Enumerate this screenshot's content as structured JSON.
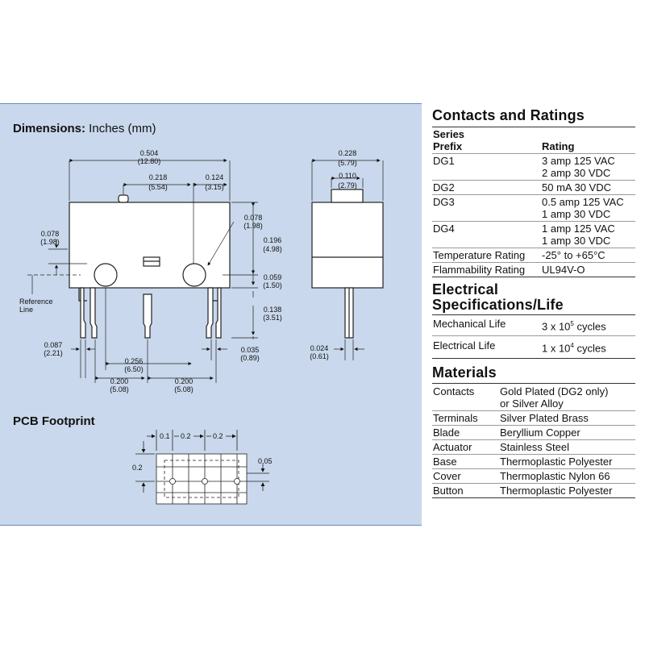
{
  "dimensions": {
    "title_bold": "Dimensions:",
    "title_rest": " Inches (mm)",
    "front": {
      "overall_width": "0.504",
      "overall_width_mm": "(12.80)",
      "pin_to_button": "0.218",
      "pin_to_button_mm": "(5.54)",
      "button_to_edge": "0.124",
      "button_to_edge_mm": "(3.15)",
      "left_height": "0.078",
      "left_height_mm": "(1.98)",
      "right_top": "0.078",
      "right_top_mm": "(1.98)",
      "right_height": "0.196",
      "right_height_mm": "(4.98)",
      "hole_offset": "0.059",
      "hole_offset_mm": "(1.50)",
      "pin_length": "0.138",
      "pin_length_mm": "(3.51)",
      "pin_edge": "0.087",
      "pin_edge_mm": "(2.21)",
      "pin_width": "0.035",
      "pin_width_mm": "(0.89)",
      "hole_spacing": "0.256",
      "hole_spacing_mm": "(6.50)",
      "pin_spacing_l": "0.200",
      "pin_spacing_l_mm": "(5.08)",
      "pin_spacing_r": "0.200",
      "pin_spacing_r_mm": "(5.08)",
      "reference_line_1": "Reference",
      "reference_line_2": "Line"
    },
    "side": {
      "width": "0.228",
      "width_mm": "(5.79)",
      "button_width": "0.110",
      "button_width_mm": "(2.79)",
      "pin_thickness": "0.024",
      "pin_thickness_mm": "(0.61)"
    }
  },
  "pcb": {
    "title": "PCB Footprint",
    "d1": "0.1",
    "d2": "0.2",
    "d3": "0.2",
    "left": "0.2",
    "right": "0.05"
  },
  "contacts": {
    "title": "Contacts and Ratings",
    "header_prefix_1": "Series",
    "header_prefix_2": "Prefix",
    "header_rating": "Rating",
    "rows": [
      {
        "prefix": "DG1",
        "rating_1": "3 amp 125 VAC",
        "rating_2": "2 amp 30 VDC"
      },
      {
        "prefix": "DG2",
        "rating_1": "50 mA 30 VDC",
        "rating_2": ""
      },
      {
        "prefix": "DG3",
        "rating_1": "0.5 amp 125 VAC",
        "rating_2": "1 amp 30 VDC"
      },
      {
        "prefix": "DG4",
        "rating_1": "1 amp 125 VAC",
        "rating_2": "1 amp 30 VDC"
      }
    ],
    "temp_label": "Temperature Rating",
    "temp_value": "-25° to +65°C",
    "flam_label": "Flammability Rating",
    "flam_value": "UL94V-O"
  },
  "electrical": {
    "title_1": "Electrical",
    "title_2": "Specifications/Life",
    "rows": [
      {
        "label": "Mechanical Life",
        "value_base": "3 x 10",
        "value_exp": "5",
        "value_tail": " cycles"
      },
      {
        "label": "Electrical Life",
        "value_base": "1 x 10",
        "value_exp": "4",
        "value_tail": " cycles"
      }
    ]
  },
  "materials": {
    "title": "Materials",
    "rows": [
      {
        "label": "Contacts",
        "value_1": "Gold Plated (DG2 only)",
        "value_2": "or Silver Alloy"
      },
      {
        "label": "Terminals",
        "value_1": "Silver Plated Brass",
        "value_2": ""
      },
      {
        "label": "Blade",
        "value_1": "Beryllium Copper",
        "value_2": ""
      },
      {
        "label": "Actuator",
        "value_1": "Stainless Steel",
        "value_2": ""
      },
      {
        "label": "Base",
        "value_1": "Thermoplastic Polyester",
        "value_2": ""
      },
      {
        "label": "Cover",
        "value_1": "Thermoplastic Nylon 66",
        "value_2": ""
      },
      {
        "label": "Button",
        "value_1": "Thermoplastic Polyester",
        "value_2": ""
      }
    ]
  }
}
